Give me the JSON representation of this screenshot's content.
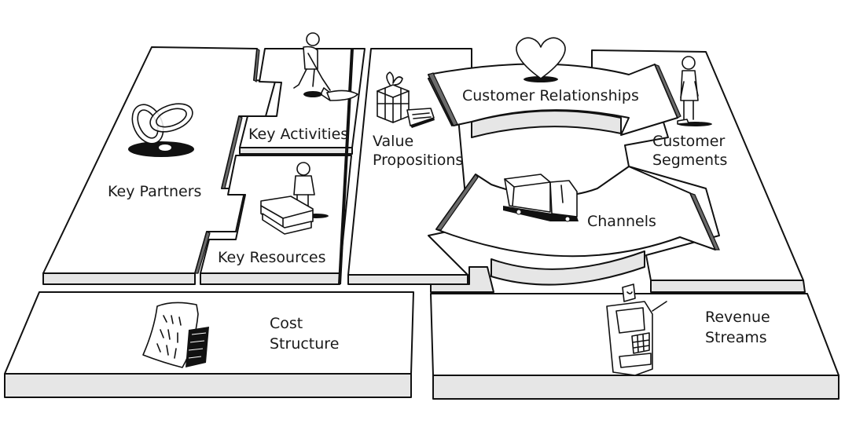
{
  "title": "Business Model Canvas",
  "blocks": {
    "key_partners": {
      "label": [
        "Key Partners"
      ],
      "icon": "linked-rings-icon"
    },
    "key_activities": {
      "label": [
        "Key Activities"
      ],
      "icon": "person-digging-icon"
    },
    "key_resources": {
      "label": [
        "Key Resources"
      ],
      "icon": "person-with-machine-icon"
    },
    "value_propositions": {
      "label": [
        "Value",
        "Propositions"
      ],
      "icon": "gift-box-icon"
    },
    "customer_relationships": {
      "label": [
        "Customer Relationships"
      ],
      "icon": "heart-icon"
    },
    "channels": {
      "label": [
        "Channels"
      ],
      "icon": "delivery-truck-icon"
    },
    "customer_segments": {
      "label": [
        "Customer",
        "Segments"
      ],
      "icon": "standing-person-icon"
    },
    "cost_structure": {
      "label": [
        "Cost",
        "Structure"
      ],
      "icon": "paper-document-icon"
    },
    "revenue_streams": {
      "label": [
        "Revenue",
        "Streams"
      ],
      "icon": "cash-register-icon"
    }
  },
  "colors": {
    "ink": "#111111",
    "side": "#e6e6e6",
    "top": "#ffffff",
    "dark": "#6b6b6b"
  }
}
